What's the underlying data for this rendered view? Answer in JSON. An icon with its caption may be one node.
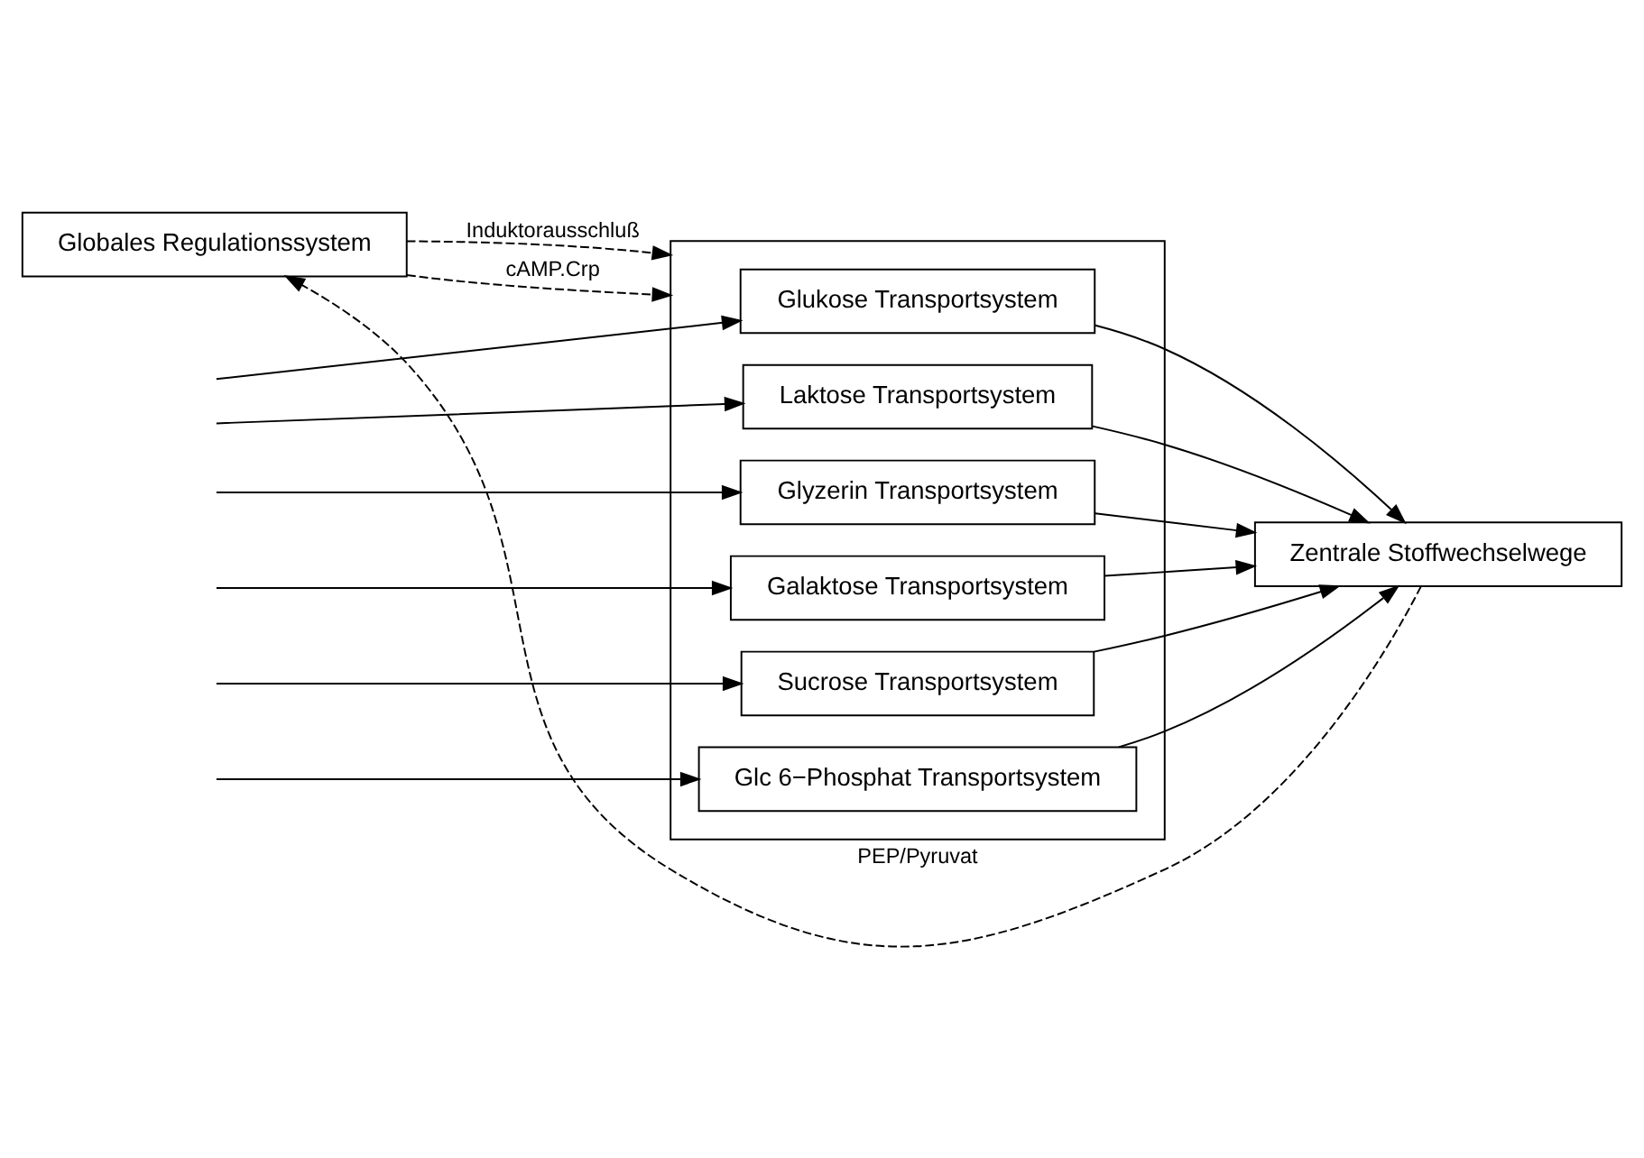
{
  "diagram": {
    "nodes": [
      {
        "text": [
          "Globales Regulationssystem"
        ]
      },
      {
        "text": [],
        "shape": "box"
      },
      {
        "text": [
          "Glukose Transportsystem"
        ],
        "in": 1
      },
      {
        "text": [
          "Laktose Transportsystem"
        ],
        "in": 1
      },
      {
        "text": [
          "Glyzerin Transportsystem"
        ],
        "in": 1
      },
      {
        "text": [
          "Galaktose Transportsystem"
        ],
        "in": 1
      },
      {
        "text": [
          "Sucrose Transportsystem"
        ],
        "in": 1
      },
      {
        "text": [
          "Glc 6−Phosphat Transportsystem"
        ],
        "in": 1
      },
      {
        "text": [
          "Zentrale Stoffwechselwege"
        ]
      }
    ],
    "edges": [
      {
        "from": 0,
        "to": 1,
        "arrow": "to",
        "label": "Induktorausschluß",
        "style": "dashed"
      },
      {
        "from": 0,
        "to": 1,
        "arrow": "to",
        "label": "cAMP.Crp",
        "style": "dashed"
      },
      {
        "from": null,
        "to": 2,
        "arrow": "to"
      },
      {
        "from": null,
        "to": 3,
        "arrow": "to"
      },
      {
        "from": null,
        "to": 4,
        "arrow": "to"
      },
      {
        "from": null,
        "to": 5,
        "arrow": "to"
      },
      {
        "from": null,
        "to": 6,
        "arrow": "to"
      },
      {
        "from": null,
        "to": 7,
        "arrow": "to"
      },
      {
        "from": 2,
        "to": 8,
        "arrow": "to"
      },
      {
        "from": 3,
        "to": 8,
        "arrow": "to"
      },
      {
        "from": 4,
        "to": 8,
        "arrow": "to"
      },
      {
        "from": 5,
        "to": 8,
        "arrow": "to"
      },
      {
        "from": 6,
        "to": 8,
        "arrow": "to"
      },
      {
        "from": 7,
        "to": 8,
        "arrow": "to"
      },
      {
        "from": 8,
        "to": 0,
        "arrow": "to",
        "label": "PEP/Pyruvat",
        "style": "dashed"
      }
    ]
  }
}
